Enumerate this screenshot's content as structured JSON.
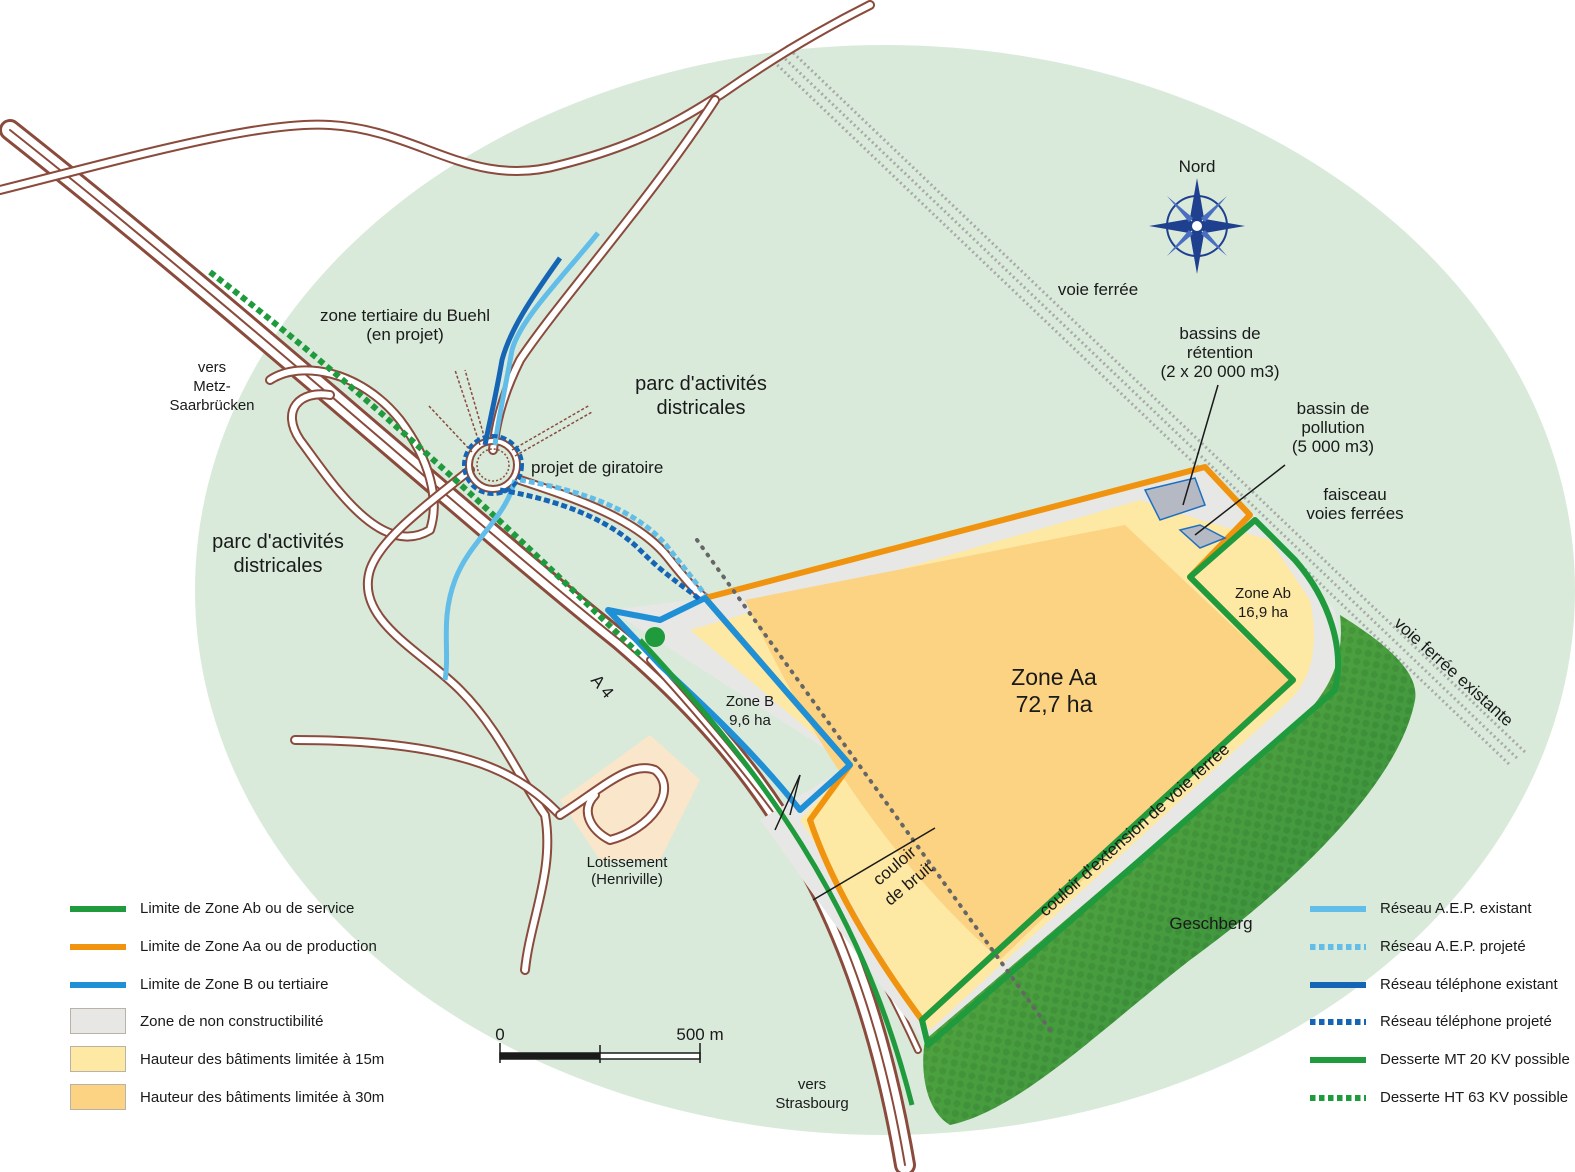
{
  "colors": {
    "background_ellipse": "#d9eadb",
    "road": "#8a4b3c",
    "zone_ab": "#1f9a3c",
    "zone_aa": "#f0940f",
    "zone_b": "#1f8fd6",
    "non_constructible": "#e7e7e5",
    "height_15m": "#fde8a4",
    "height_30m": "#fbd383",
    "forest": "#3aa541",
    "aep_existing": "#62bde8",
    "phone_existing": "#1565b4",
    "ht_line": "#1f9a3c",
    "railway": "#a9a9a9"
  },
  "labels": {
    "north": "Nord",
    "voie_ferree": "voie ferrée",
    "bassins_retention": [
      "bassins de",
      "rétention",
      "(2 x 20 000 m3)"
    ],
    "bassin_pollution": [
      "bassin de",
      "pollution",
      "(5 000 m3)"
    ],
    "faisceau": [
      "faisceau",
      "voies ferrées"
    ],
    "voie_ferree_existante": "voie ferrée existante",
    "zone_tertiaire": [
      "zone tertiaire du Buehl",
      "(en projet)"
    ],
    "vers_metz": [
      "vers",
      "Metz-",
      "Saarbrücken"
    ],
    "parc_activites_top": [
      "parc d'activités",
      "districales"
    ],
    "parc_activites_left": [
      "parc d'activités",
      "districales"
    ],
    "projet_giratoire": "projet de giratoire",
    "zone_ab": [
      "Zone Ab",
      "16,9 ha"
    ],
    "zone_aa": [
      "Zone Aa",
      "72,7 ha"
    ],
    "zone_b": [
      "Zone B",
      "9,6 ha"
    ],
    "a4": "A 4",
    "couloir_bruit": [
      "couloir",
      "de bruit"
    ],
    "couloir_extension": "couloir d'extension de voie ferrée",
    "geschberg": "Geschberg",
    "lotissement": [
      "Lotissement",
      "(Henriville)"
    ],
    "vers_strasbourg": [
      "vers",
      "Strasbourg"
    ]
  },
  "scale": {
    "start": "0",
    "end": "500 m"
  },
  "legend_left": [
    {
      "label": "Limite de Zone Ab ou de service",
      "color": "#1f9a3c",
      "style": "line"
    },
    {
      "label": "Limite de Zone Aa ou de production",
      "color": "#f0940f",
      "style": "line"
    },
    {
      "label": "Limite de Zone B ou tertiaire",
      "color": "#1f8fd6",
      "style": "line"
    },
    {
      "label": "Zone de non constructibilité",
      "color": "#e7e7e5",
      "style": "box"
    },
    {
      "label": "Hauteur des bâtiments limitée à 15m",
      "color": "#fde8a4",
      "style": "box"
    },
    {
      "label": "Hauteur des bâtiments limitée à 30m",
      "color": "#fbd383",
      "style": "box"
    }
  ],
  "legend_right": [
    {
      "label": "Réseau A.E.P. existant",
      "color": "#62bde8",
      "style": "line"
    },
    {
      "label": "Réseau A.E.P. projeté",
      "color": "#62bde8",
      "style": "dash"
    },
    {
      "label": "Réseau téléphone existant",
      "color": "#1565b4",
      "style": "line"
    },
    {
      "label": "Réseau téléphone projeté",
      "color": "#1565b4",
      "style": "dash"
    },
    {
      "label": "Desserte MT 20 KV possible",
      "color": "#1f9a3c",
      "style": "line"
    },
    {
      "label": "Desserte HT 63 KV possible",
      "color": "#1f9a3c",
      "style": "dash"
    }
  ]
}
